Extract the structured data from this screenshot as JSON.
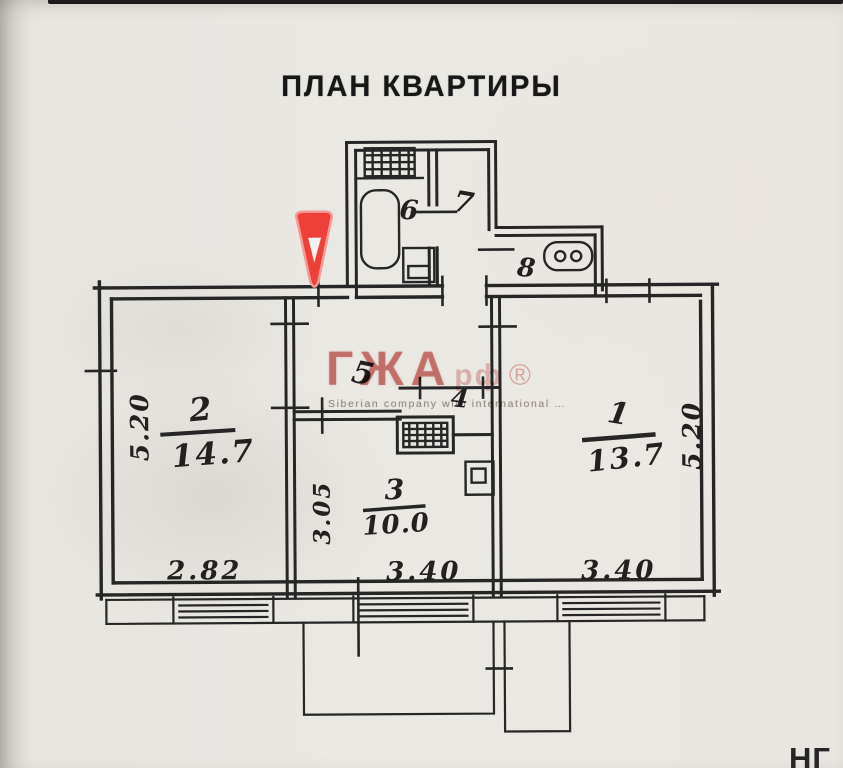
{
  "title": "ПЛАН КВАРТИРЫ",
  "watermark": {
    "main": "ГЖА",
    "suffix": "рф",
    "reg": "®",
    "subtext": "Siberian company with international …"
  },
  "corner_text": "НГ",
  "rooms": {
    "r1": {
      "number": "1",
      "area": "13.7"
    },
    "r2": {
      "number": "2",
      "area": "14.7"
    },
    "r3": {
      "number": "3",
      "area": "10.0"
    },
    "r4": {
      "number": "4"
    },
    "r5": {
      "number": "5"
    },
    "r6": {
      "number": "6"
    },
    "r7": {
      "number": "7"
    },
    "r8": {
      "number": "8"
    }
  },
  "dimensions": {
    "left_height": "5.20",
    "right_height": "5.20",
    "room3_height": "3.05",
    "bottom_left_width": "2.82",
    "bottom_center_width": "3.40",
    "bottom_right_width": "3.40"
  },
  "marker": {
    "color": "#ee4038"
  },
  "colors": {
    "ink": "#262626",
    "paper": "#eae8e3",
    "watermark_red": "#c1443d"
  }
}
